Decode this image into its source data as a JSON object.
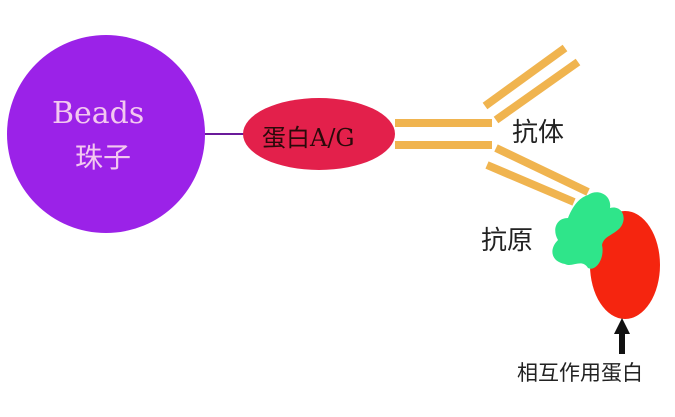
{
  "beads": {
    "label_en": "Beads",
    "label_cn": "珠子",
    "color": "#9b22e8",
    "text_color": "#f3c8f0"
  },
  "protein_ag": {
    "label": "蛋白A/G",
    "color": "#e3204b"
  },
  "antibody": {
    "label": "抗体",
    "color": "#f0b44f"
  },
  "antigen": {
    "label": "抗原",
    "color": "#2fe58a"
  },
  "interacting_protein": {
    "label": "相互作用蛋白",
    "color": "#f5250f"
  }
}
